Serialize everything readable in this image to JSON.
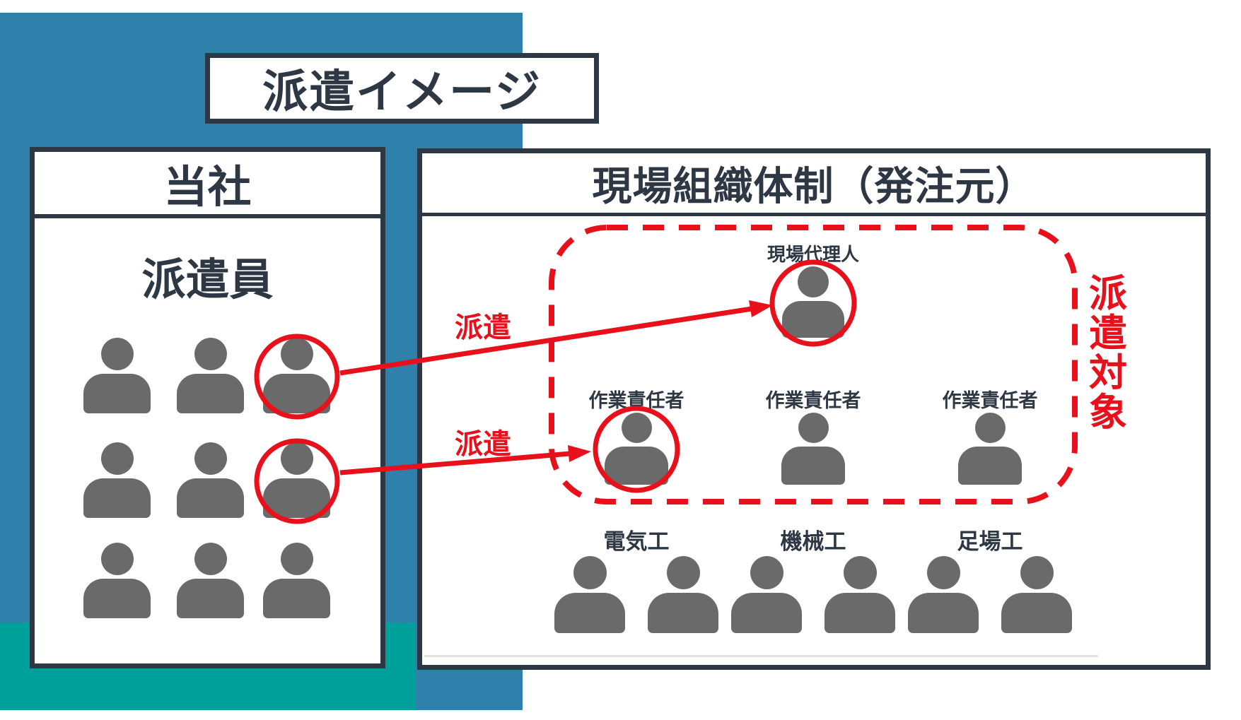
{
  "title": "派遣イメージ",
  "left_panel": {
    "header": "当社",
    "subtitle": "派遣員",
    "member_count": 9
  },
  "right_panel": {
    "header": "現場組織体制（発注元）"
  },
  "org_chart": {
    "site_agent_label": "現場代理人",
    "supervisor_labels": [
      "作業責任者",
      "作業責任者",
      "作業責任者"
    ],
    "trade_labels": [
      "電気工",
      "機械工",
      "足場工"
    ],
    "workers_per_trade": 2
  },
  "annotations": {
    "dispatch_labels": [
      "派遣",
      "派遣"
    ],
    "dispatch_target_label": "派遣対象"
  },
  "colors": {
    "background_blue": "#2F81AC",
    "background_teal": "#00A09A",
    "alert_red": "#E8111B",
    "ink": "#2E3744",
    "icon_gray": "#6A6A6A",
    "connector_gray": "#A2A2A2"
  }
}
